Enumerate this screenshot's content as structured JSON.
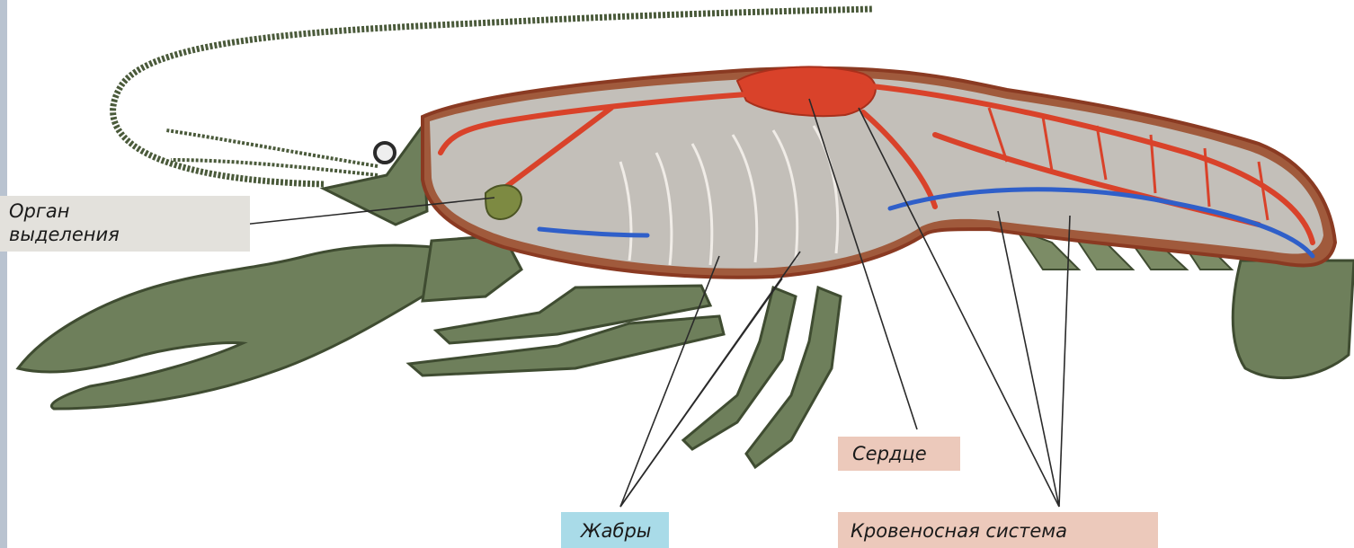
{
  "labels": {
    "excretory_line1": "Орган",
    "excretory_line2": "выделения",
    "heart": "Сердце",
    "gills": "Жабры",
    "circulatory": "Кровеносная система"
  },
  "colors": {
    "excretory_bg": "#e3e1dc",
    "heart_bg": "#ecc9bb",
    "gills_bg": "#a9dbe8",
    "circulatory_bg": "#ecc9bb",
    "body": "#6e7f5b",
    "body_dark": "#4d5c3c",
    "interior": "#c3bfb9",
    "artery": "#d9422a",
    "vein": "#2f5fc9",
    "gill": "#f3efea",
    "leader_line": "#2a2a2a"
  }
}
